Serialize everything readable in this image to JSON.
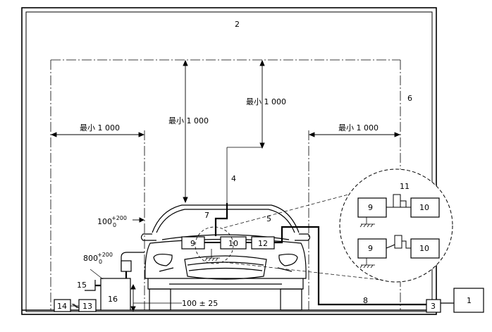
{
  "dimensions": {
    "min_left": "最小 1 000",
    "min_top_center": "最小 1 000",
    "min_top_right": "最小 1 000",
    "min_right": "最小 1 000",
    "d100": "100",
    "d100_sup_top": "+200",
    "d100_sup_bot": "0",
    "d800": "800",
    "d800_sup_top": "+200",
    "d800_sup_bot": "0",
    "d100_25": "100 ± 25"
  },
  "callouts": {
    "n1": "1",
    "n2": "2",
    "n3": "3",
    "n4": "4",
    "n5": "5",
    "n6": "6",
    "n7": "7",
    "n8": "8",
    "n11": "11",
    "n13": "13",
    "n14": "14",
    "n15": "15",
    "n16": "16"
  },
  "boxes": {
    "car_9": "9",
    "car_10": "10",
    "car_12": "12",
    "detail_top_9": "9",
    "detail_top_10": "10",
    "detail_bot_9": "9",
    "detail_bot_10": "10",
    "box_1": "1",
    "box_3": "3",
    "box_13": "13",
    "box_14": "14",
    "box_16": "16"
  }
}
